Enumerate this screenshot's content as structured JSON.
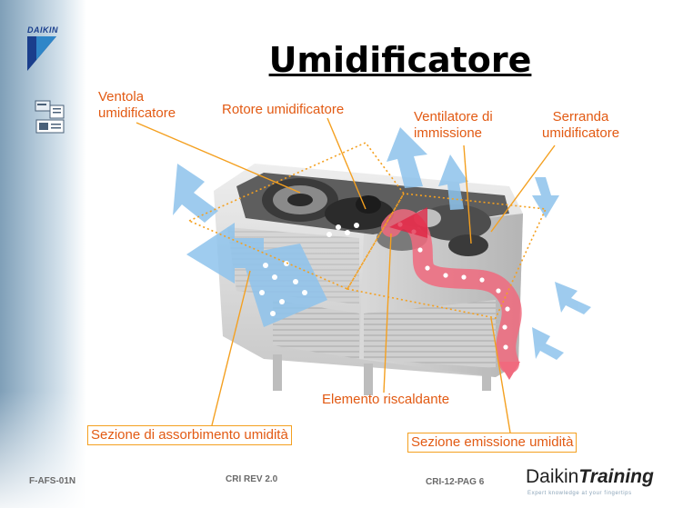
{
  "logo": {
    "text": "DAIKIN"
  },
  "title": "Umidificatore",
  "labels": {
    "ventola": [
      "Ventola",
      "umidificatore"
    ],
    "rotore": "Rotore umidificatore",
    "ventilatore": [
      "Ventilatore di",
      "immissione"
    ],
    "serranda": [
      "Serranda",
      "umidificatore"
    ],
    "elemento": "Elemento riscaldante",
    "sezione_assorbimento": "Sezione di assorbimento umidità",
    "sezione_emissione": "Sezione emissione umidità"
  },
  "footer": {
    "code": "F-AFS-01N",
    "revision": "CRI REV 2.0",
    "page": "CRI-12-PAG 6",
    "brand_prefix": "Daikin",
    "brand_suffix": "Training",
    "tagline": "Expert knowledge at your fingertips"
  },
  "colors": {
    "label": "#e25a13",
    "callout_line": "#f4a020",
    "brand_blue": "#1a3e8c",
    "airflow_blue": "#8ec3ec",
    "airflow_red": "#f06a7e"
  },
  "icons": [
    "daikin-logo-icon",
    "document-icon"
  ]
}
